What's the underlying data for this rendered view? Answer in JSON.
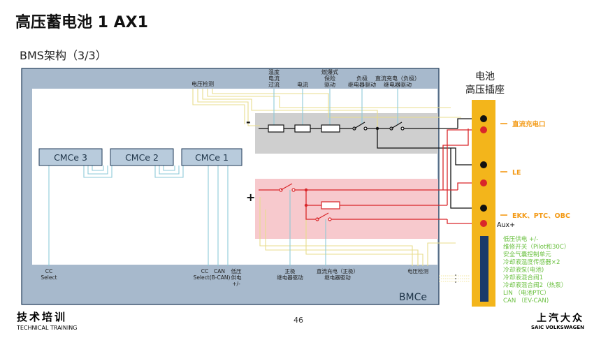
{
  "header": {
    "title": "高压蓄电池 1 AX1",
    "subtitle": "BMS架构（3/3）"
  },
  "bms": {
    "box_label": "BMCe",
    "top_labels": {
      "voltage_detect": "电压检测",
      "temp_overcurrent": [
        "温度",
        "电流",
        "过流"
      ],
      "current": "电流",
      "pyro_fuse": [
        "燃爆式",
        "保险",
        "驱动"
      ],
      "neg_relay": [
        "负极",
        "继电器驱动"
      ],
      "dc_charge_neg": [
        "直流充电（负极）",
        "继电器驱动"
      ]
    },
    "modules": [
      "CMCe 3",
      "CMCe 2",
      "CMCe 1"
    ],
    "bottom_labels": {
      "cc_select_left": [
        "CC",
        "Select"
      ],
      "cc_select_bcan": [
        "CC",
        "Select(B-CAN)"
      ],
      "can": "CAN",
      "lv_supply": [
        "低压",
        "供电",
        "+/-"
      ],
      "pos_relay": [
        "正极",
        "继电器驱动"
      ],
      "dc_charge_pos": [
        "直流充电（正极）",
        "继电器驱动"
      ],
      "voltage_detect": "电压检测"
    },
    "minus_sign": "-",
    "plus_sign": "+"
  },
  "connector": {
    "title": [
      "电池",
      "高压插座"
    ],
    "outputs": [
      "直流充电口",
      "LE",
      "EKK、PTC、OBC"
    ],
    "aux_label": "Aux+",
    "low_voltage_signals": [
      "低压供电 +/-",
      "维修开关（Pilot和30C）",
      "安全气囊控制单元",
      "冷却液温度传感器×2",
      "冷却液泵(电池)",
      "冷却液混合阀1",
      "冷却液混合阀2（热泵）",
      "LIN （电池PTC）",
      "CAN （EV-CAN)"
    ]
  },
  "footer": {
    "left_cn": "技术培训",
    "left_en": "TECHNICAL TRAINING",
    "page_number": "46",
    "right_cn": "上汽大众",
    "right_en": "SAIC VOLKSWAGEN"
  },
  "colors": {
    "frame": "#a7b9cc",
    "frame_border": "#1f3a57",
    "negative_zone": "#cfcfcf",
    "positive_zone": "#f7c9cd",
    "connector": "#f3b51b",
    "hv_red": "#d9262a",
    "signal_yellow": "#e8dc8c",
    "signal_blue": "#8ec9d8",
    "legend_green": "#6cc142",
    "output_orange": "#f39a16"
  }
}
